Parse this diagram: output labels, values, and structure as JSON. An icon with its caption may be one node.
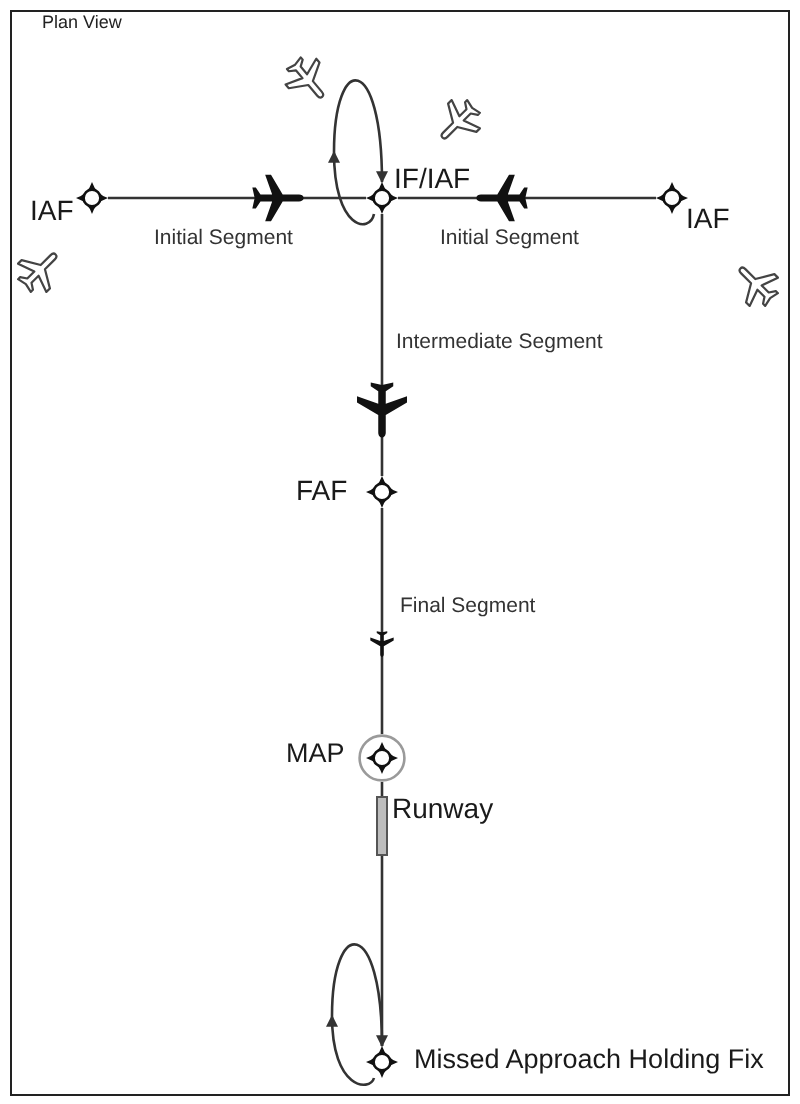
{
  "diagram": {
    "title": "Plan View",
    "nodes": [
      {
        "text": [
          "IAF"
        ]
      },
      {
        "text": [
          "IF/IAF"
        ]
      },
      {
        "text": [
          "IAF"
        ]
      },
      {
        "text": [
          "FAF"
        ]
      },
      {
        "text": [
          "MAP"
        ]
      },
      {
        "text": [
          "Runway"
        ]
      },
      {
        "text": [
          "Missed Approach Holding Fix"
        ]
      }
    ],
    "edges": [
      {
        "from": 0,
        "to": 1,
        "arrow": "none",
        "label": "Initial Segment"
      },
      {
        "from": 2,
        "to": 1,
        "arrow": "none",
        "label": "Initial Segment"
      },
      {
        "from": 1,
        "to": 1,
        "arrow": "to"
      },
      {
        "from": 1,
        "to": 3,
        "arrow": "none",
        "label": "Intermediate Segment"
      },
      {
        "from": 3,
        "to": 4,
        "arrow": "none",
        "label": "Final Segment"
      },
      {
        "from": 4,
        "to": 5,
        "arrow": "none"
      },
      {
        "from": 5,
        "to": 6,
        "arrow": "none"
      },
      {
        "from": 6,
        "to": 6,
        "arrow": "to"
      }
    ]
  }
}
